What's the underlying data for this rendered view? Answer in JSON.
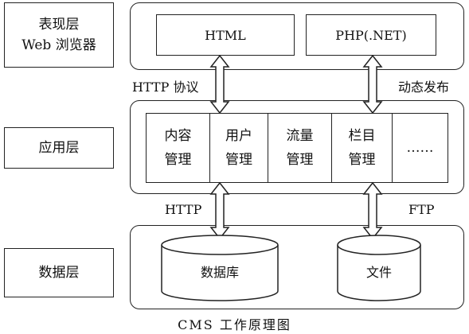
{
  "layers": {
    "presentation": [
      "表现层",
      "Web 浏览器"
    ],
    "application": "应用层",
    "data": "数据层"
  },
  "presentation_boxes": {
    "html": "HTML",
    "php": "PHP(.NET)"
  },
  "connectors": {
    "http_protocol": "HTTP 协议",
    "dynamic_publish": "动态发布",
    "http": "HTTP",
    "ftp": "FTP"
  },
  "modules": [
    [
      "内容",
      "管理"
    ],
    [
      "用户",
      "管理"
    ],
    [
      "流量",
      "管理"
    ],
    [
      "栏目",
      "管理"
    ],
    [
      "……"
    ]
  ],
  "storage": {
    "database": "数据库",
    "file": "文件"
  },
  "caption": "CMS 工作原理图"
}
